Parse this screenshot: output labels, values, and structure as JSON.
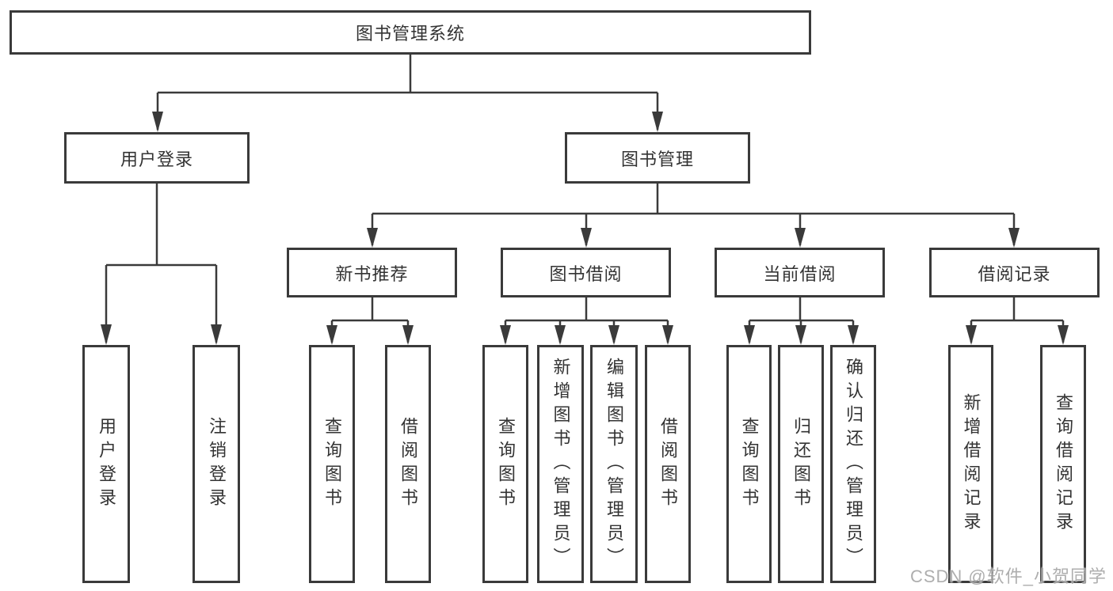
{
  "nodes": {
    "root": {
      "label": "图书管理系统"
    },
    "level2": [
      {
        "label": "用户登录"
      },
      {
        "label": "图书管理"
      }
    ],
    "level3": [
      {
        "label": "新书推荐",
        "parent": "图书管理"
      },
      {
        "label": "图书借阅",
        "parent": "图书管理"
      },
      {
        "label": "当前借阅",
        "parent": "图书管理"
      },
      {
        "label": "借阅记录",
        "parent": "图书管理"
      }
    ],
    "leaves": [
      {
        "label": "用户登录",
        "parent": "用户登录"
      },
      {
        "label": "注销登录",
        "parent": "用户登录"
      },
      {
        "label": "查询图书",
        "parent": "新书推荐"
      },
      {
        "label": "借阅图书",
        "parent": "新书推荐"
      },
      {
        "label": "查询图书",
        "parent": "图书借阅"
      },
      {
        "label": "新增图书（管理员）",
        "parent": "图书借阅"
      },
      {
        "label": "编辑图书（管理员）",
        "parent": "图书借阅"
      },
      {
        "label": "借阅图书",
        "parent": "图书借阅"
      },
      {
        "label": "查询图书",
        "parent": "当前借阅"
      },
      {
        "label": "归还图书",
        "parent": "当前借阅"
      },
      {
        "label": "确认归还（管理员）",
        "parent": "当前借阅"
      },
      {
        "label": "新增借阅记录",
        "parent": "借阅记录"
      },
      {
        "label": "查询借阅记录",
        "parent": "借阅记录"
      }
    ]
  },
  "watermark": "CSDN @软件_小贺同学",
  "colors": {
    "line": "#3a3a3a",
    "text": "#333333",
    "background": "#ffffff",
    "watermark": "#a6a6a6"
  }
}
